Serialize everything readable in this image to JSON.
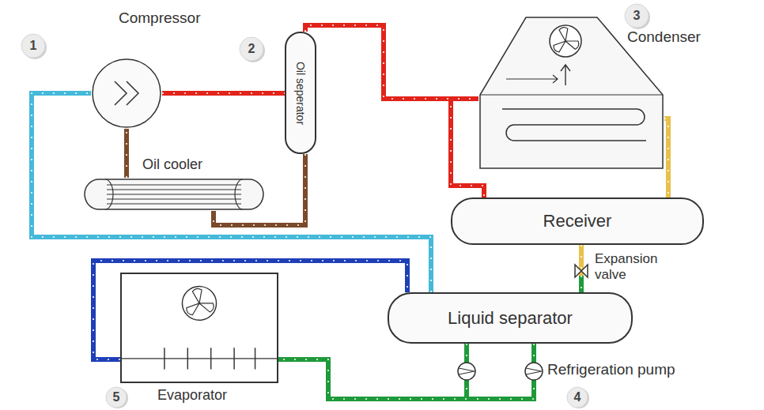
{
  "diagram": {
    "nodes": [
      {
        "text": [
          "Compressor"
        ]
      },
      {
        "text": [
          "Oil seperator"
        ]
      },
      {
        "text": [
          "Condenser"
        ]
      },
      {
        "text": [
          "Oil cooler"
        ]
      },
      {
        "text": [
          "Receiver"
        ]
      },
      {
        "text": [
          "Liquid separator"
        ]
      },
      {
        "text": [
          "Evaporator"
        ]
      }
    ],
    "edges": [
      {
        "from": 0,
        "to": 1,
        "arrow": "none"
      },
      {
        "from": 1,
        "to": 2,
        "arrow": "none"
      },
      {
        "from": 1,
        "to": 4,
        "arrow": "none"
      },
      {
        "from": 1,
        "to": 3,
        "arrow": "none"
      },
      {
        "from": 3,
        "to": 0,
        "arrow": "none"
      },
      {
        "from": 2,
        "to": 4,
        "arrow": "none"
      },
      {
        "from": 4,
        "to": 5,
        "arrow": "none"
      },
      {
        "from": 5,
        "to": 6,
        "arrow": "none"
      },
      {
        "from": 6,
        "to": 5,
        "arrow": "none"
      },
      {
        "from": 5,
        "to": 0,
        "arrow": "none"
      }
    ],
    "labels": [
      "1",
      "2",
      "3",
      "Expansion valve",
      "Refrigeration pump",
      "4",
      "5"
    ]
  }
}
